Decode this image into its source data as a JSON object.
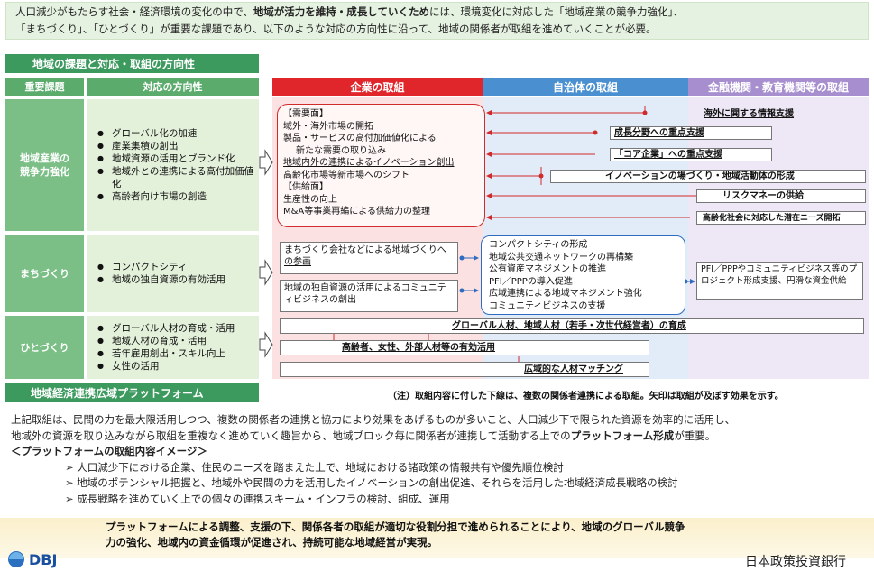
{
  "intro": {
    "line1_a": "人口減少がもたらす社会・経済環境の変化の中で、",
    "line1_b": "地域が活力を維持・成長していくため",
    "line1_c": "には、環境変化に対応した「地域産業の競争力強化」、",
    "line2": "「まちづくり」、「ひとづくり」が重要な課題であり、以下のような対応の方向性に沿って、地域の関係者が取組を進めていくことが必要。"
  },
  "left_title": "地域の課題と対応・取組の方向性",
  "headers": {
    "issue": "重要課題",
    "direction": "対応の方向性",
    "company": "企業の取組",
    "municipality": "自治体の取組",
    "finance": "金融機関・教育機関等の取組"
  },
  "rows": [
    {
      "issue_l1": "地域産業の",
      "issue_l2": "競争力強化",
      "items": [
        "グローバル化の加速",
        "産業集積の創出",
        "地域資源の活用とブランド化",
        "地域外との連携による高付加価値化",
        "高齢者向け市場の創造"
      ]
    },
    {
      "issue_l1": "まちづくり",
      "issue_l2": "",
      "items": [
        "コンパクトシティ",
        "地域の独自資源の有効活用"
      ]
    },
    {
      "issue_l1": "ひとづくり",
      "issue_l2": "",
      "items": [
        "グローバル人材の育成・活用",
        "地域人材の育成・活用",
        "若年雇用創出・スキル向上",
        "女性の活用"
      ]
    }
  ],
  "company_box": {
    "demand_head": "【需要面】",
    "demand": [
      "域外・海外市場の開拓",
      "製品・サービスの高付加価値化による",
      "新たな需要の取り込み",
      "地域内外の連携によるイノベーション創出",
      "高齢化市場等新市場へのシフト"
    ],
    "supply_head": "【供給面】",
    "supply": [
      "生産性の向上",
      "M&A等事業再編による供給力の整理"
    ]
  },
  "right_items": [
    "海外に関する情報支援",
    "成長分野への重点支援",
    "「コア企業」への重点支援",
    "イノベーションの場づくり・地域活動体の形成",
    "リスクマネーの供給",
    "高齢化社会に対応した潜在ニーズ開拓"
  ],
  "town_boxes": [
    "まちづくり会社などによる地域づくりへの参画",
    "地域の独自資源の活用によるコミュニティビジネスの創出"
  ],
  "municipal_box": [
    "コンパクトシティの形成",
    "地域公共交通ネットワークの再構築",
    "公有資産マネジメントの推進",
    "PFI／PPPの導入促進",
    "広域連携による地域マネジメント強化",
    "コミュニティビジネスの支援"
  ],
  "finance_town": "PFI／PPPやコミュニティビジネス等のプロジェクト形成支援、円滑な資金供給",
  "people_items": [
    "グローバル人材、地域人材（若手・次世代経営者）の育成",
    "高齢者、女性、外部人材等の有効活用",
    "広域的な人材マッチング"
  ],
  "platform_title": "地域経済連携広域プラットフォーム",
  "note": "（注）取組内容に付した下線は、複数の関係者連携による取組。矢印は取組が及ぼす効果を示す。",
  "body": {
    "p1": "上記取組は、民間の力を最大限活用しつつ、複数の関係者の連携と協力により効果をあげるものが多いこと、人口減少下で限られた資源を効率的に活用し、",
    "p2a": "地域外の資源を取り込みながら取組を重複なく進めていく趣旨から、地域ブロック毎に関係者が連携して活動する上での",
    "p2b": "プラットフォーム形成",
    "p2c": "が重要。",
    "image_title": "＜プラットフォームの取組内容イメージ＞",
    "bullets": [
      "人口減少下における企業、住民のニーズを踏まえた上で、地域における諸政策の情報共有や優先順位検討",
      "地域のポテンシャル把握と、地域外や民間の力を活用したイノベーションの創出促進、それらを活用した地域経済成長戦略の検討",
      "成長戦略を進めていく上での個々の連携スキーム・インフラの検討、組成、運用"
    ]
  },
  "conclusion": {
    "l1": "プラットフォームによる調整、支援の下、関係各者の取組が適切な役割分担で進められることにより、地域のグローバル競争",
    "l2": "力の強化、地域内の資金循環が促進され、持続可能な地域経営が実現。"
  },
  "footer": {
    "logo": "DBJ",
    "org": "日本政策投資銀行"
  },
  "colors": {
    "green_dark": "#3d9a5f",
    "green_mid": "#5aab6c",
    "company_red": "#e0262b",
    "municipal_blue": "#4a90d0",
    "finance_purple": "#a78fcf"
  }
}
